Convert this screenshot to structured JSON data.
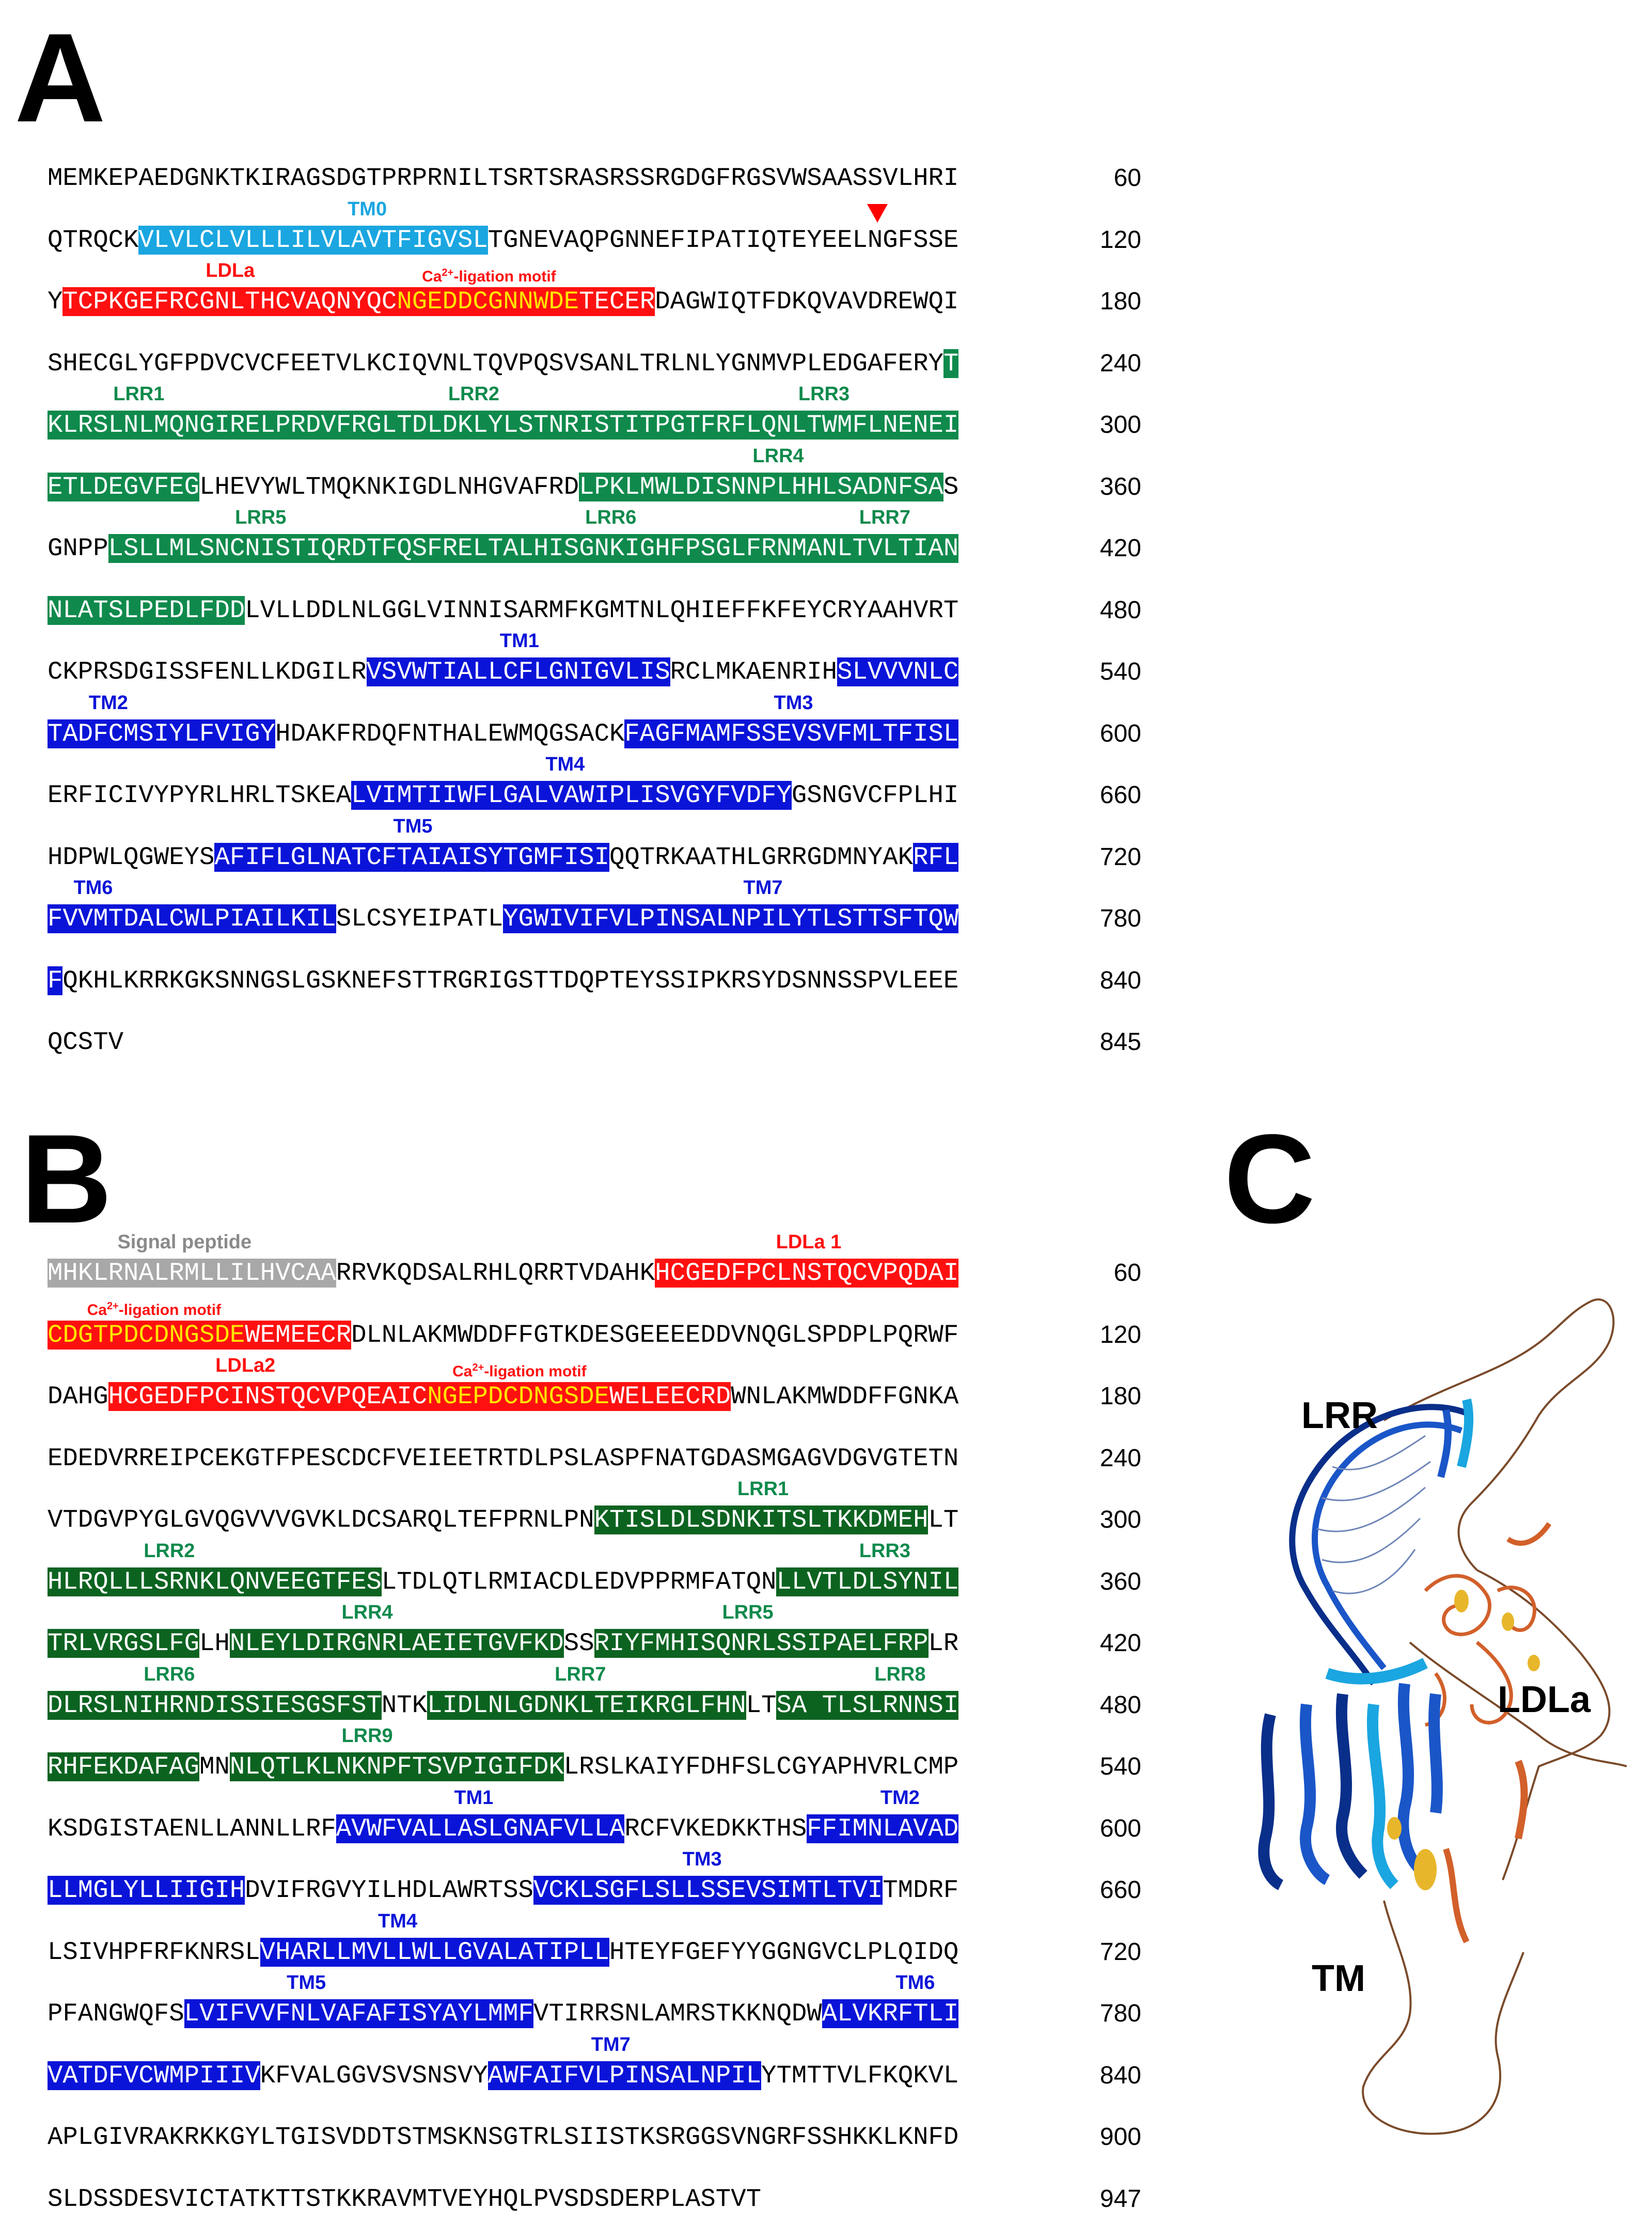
{
  "colors": {
    "tm0": "#1aa6e0",
    "ldl": "#ff1010",
    "lrr_a": "#0f8a4c",
    "lrr_b": "#0c6320",
    "tm": "#0a14d8",
    "signal": "#a8a8a8",
    "motif_text": "#ffe600",
    "label_blue": "#0a14d8",
    "label_cyan": "#1aa6e0",
    "label_red": "#ff1010",
    "label_green": "#0f8a4c",
    "label_gray": "#8a8a8a"
  },
  "panel_a": {
    "label": "A",
    "rows": [
      {
        "num": "60",
        "segs": [
          {
            "t": "MEMKEPAEDGNKTKIRAGSDGTPRPRNILTSRTSRASRSSRGDGFRGSVWSAASSVLHRI"
          }
        ]
      },
      {
        "num": "120",
        "segs": [
          {
            "t": "QTRQCK"
          },
          {
            "t": "VLVLCLVLLLILVLAVTFIGVSL",
            "c": "tm0"
          },
          {
            "t": "TGNEVAQPGNNEFIPATIQTEYEELNGFSSE"
          }
        ]
      },
      {
        "num": "180",
        "segs": [
          {
            "t": "Y"
          },
          {
            "t": "TCPKGEFRCGNLTHCVAQNYQC",
            "c": "ldl"
          },
          {
            "t": "NGEDDCGNNWDE",
            "c": "ldl",
            "m": 1
          },
          {
            "t": "TECER",
            "c": "ldl"
          },
          {
            "t": "DAGWIQTFDKQVAVDREWQI"
          }
        ]
      },
      {
        "num": "240",
        "segs": [
          {
            "t": "SHECGLYGFPDVCVCFEETVLKCIQVNLTQVPQSVSANLTRLNLYGNMVPLEDGAFERY"
          },
          {
            "t": "T",
            "c": "lrr_a"
          }
        ]
      },
      {
        "num": "300",
        "segs": [
          {
            "t": "KLRSLNLMQNGIRELPRDVFRG",
            "c": "lrr_a"
          },
          {
            "t": "LTDLDKLYLSTNRISTITPGTFRFL",
            "c": "lrr_a"
          },
          {
            "t": "QNLTWMFLNENEI",
            "c": "lrr_a"
          }
        ]
      },
      {
        "num": "360",
        "segs": [
          {
            "t": "ETLDEGVFEG",
            "c": "lrr_a"
          },
          {
            "t": "LHEVYWLTMQKNKIGDLNHGVAFRD"
          },
          {
            "t": "LPKLMWLDISNNPLHHLSADNFSA",
            "c": "lrr_a"
          },
          {
            "t": "S"
          }
        ]
      },
      {
        "num": "420",
        "segs": [
          {
            "t": "GNPP"
          },
          {
            "t": "LSLLMLSNCNISTIQRDTFQS",
            "c": "lrr_a"
          },
          {
            "t": "FRELTALHISGNKIGHFPSGLFRN",
            "c": "lrr_a"
          },
          {
            "t": "MANLTVLTIAN",
            "c": "lrr_a"
          }
        ]
      },
      {
        "num": "480",
        "segs": [
          {
            "t": "NLATSLPEDLFDD",
            "c": "lrr_a"
          },
          {
            "t": "LVLLDDLNLGGLVINNISARMFKGMTNLQHIEFFKFEYCRYAAHVRT"
          }
        ]
      },
      {
        "num": "540",
        "segs": [
          {
            "t": "CKPRSDGISSFENLLKDGILR"
          },
          {
            "t": "VSVWTIALLCFLGNIGVLIS",
            "c": "tm"
          },
          {
            "t": "RCLMKAENRIH"
          },
          {
            "t": "SLVVVNLC",
            "c": "tm"
          }
        ]
      },
      {
        "num": "600",
        "segs": [
          {
            "t": "TADFCMSIYLFVIGY",
            "c": "tm"
          },
          {
            "t": "HDAKFRDQFNTHALEWMQGSACK"
          },
          {
            "t": "FAGFMAMFSSEVSVFMLTFISL",
            "c": "tm"
          }
        ]
      },
      {
        "num": "660",
        "segs": [
          {
            "t": "ERFICIVYPYRLHRLTSKEA"
          },
          {
            "t": "LVIMTIIWFLGALVAWIPLISVGYFVDFY",
            "c": "tm"
          },
          {
            "t": "GSNGVCFPLHI"
          }
        ]
      },
      {
        "num": "720",
        "segs": [
          {
            "t": "HDPWLQGWEYS"
          },
          {
            "t": "AFIFLGLNATCFTAIAISYTGMFISI",
            "c": "tm"
          },
          {
            "t": "QQTRKAATHLGRRGDMNYAK"
          },
          {
            "t": "RFL",
            "c": "tm"
          }
        ]
      },
      {
        "num": "780",
        "segs": [
          {
            "t": "FVVMTDALCWLPIAILKIL",
            "c": "tm"
          },
          {
            "t": "SLCSYEIPATL"
          },
          {
            "t": "YGWIVIFVLPINSALNPILYTLSTTSFTQW",
            "c": "tm"
          }
        ]
      },
      {
        "num": "840",
        "segs": [
          {
            "t": "F",
            "c": "tm"
          },
          {
            "t": "QKHLKRRKGKSNNGSLGSKNEFSTTRGRIGSTTDQPTEYSSIPKRSYDSNNSSPVLEEE"
          }
        ]
      },
      {
        "num": "845",
        "segs": [
          {
            "t": "QCSTV"
          }
        ]
      }
    ],
    "labels": [
      {
        "t": "TM0",
        "c": "label_cyan",
        "row": 1,
        "col": 21
      },
      {
        "t": "LDLa",
        "c": "label_red",
        "row": 2,
        "col": 12
      },
      {
        "t": "LRR1",
        "c": "label_green",
        "row": 4,
        "col": 6
      },
      {
        "t": "LRR2",
        "c": "label_green",
        "row": 4,
        "col": 28
      },
      {
        "t": "LRR3",
        "c": "label_green",
        "row": 4,
        "col": 51
      },
      {
        "t": "LRR4",
        "c": "label_green",
        "row": 5,
        "col": 48
      },
      {
        "t": "LRR5",
        "c": "label_green",
        "row": 6,
        "col": 14
      },
      {
        "t": "LRR6",
        "c": "label_green",
        "row": 6,
        "col": 37
      },
      {
        "t": "LRR7",
        "c": "label_green",
        "row": 6,
        "col": 55
      },
      {
        "t": "TM1",
        "c": "label_blue",
        "row": 8,
        "col": 31
      },
      {
        "t": "TM2",
        "c": "label_blue",
        "row": 9,
        "col": 4
      },
      {
        "t": "TM3",
        "c": "label_blue",
        "row": 9,
        "col": 49
      },
      {
        "t": "TM4",
        "c": "label_blue",
        "row": 10,
        "col": 34
      },
      {
        "t": "TM5",
        "c": "label_blue",
        "row": 11,
        "col": 24
      },
      {
        "t": "TM6",
        "c": "label_blue",
        "row": 12,
        "col": 3
      },
      {
        "t": "TM7",
        "c": "label_blue",
        "row": 12,
        "col": 47
      }
    ],
    "motif_label": {
      "prefix": "Ca",
      "sup": "2+",
      "suffix": "-ligation motif",
      "row": 2,
      "col": 29
    }
  },
  "panel_b": {
    "label": "B",
    "rows": [
      {
        "num": "60",
        "segs": [
          {
            "t": "MHKLRNALRMLLILHVCAA",
            "c": "signal"
          },
          {
            "t": "RRVKQDSALRHLQRRTVDAHK"
          },
          {
            "t": "HCGEDFPCLNSTQCVPQDAI",
            "c": "ldl"
          }
        ]
      },
      {
        "num": "120",
        "segs": [
          {
            "t": "CDGTPDCDNGSDE",
            "c": "ldl",
            "m": 1
          },
          {
            "t": "WEMEECR",
            "c": "ldl"
          },
          {
            "t": "DLNLAKMWDDFFGTKDESGEEEEDDVNQGLSPDPLPQRWF"
          }
        ]
      },
      {
        "num": "180",
        "segs": [
          {
            "t": "DAHG"
          },
          {
            "t": "HCGEDFPCINSTQCVPQEAIC",
            "c": "ldl"
          },
          {
            "t": "NGEPDCDNGSDE",
            "c": "ldl",
            "m": 1
          },
          {
            "t": "WELEECRD",
            "c": "ldl"
          },
          {
            "t": "WNLAKMWDDFFGNKA"
          }
        ]
      },
      {
        "num": "240",
        "segs": [
          {
            "t": "EDEDVRREIPCEKGTFPESCDCFVEIEETRTDLPSLASPFNATGDASMGAGVDGVGTETN"
          }
        ]
      },
      {
        "num": "300",
        "segs": [
          {
            "t": "VTDGVPYGLGVQGVVVGVKLDCSARQLTEFPRNLPN"
          },
          {
            "t": "KTISLDLSDNKITSLTKKDMEH",
            "c": "lrr_b"
          },
          {
            "t": "LT"
          }
        ]
      },
      {
        "num": "360",
        "segs": [
          {
            "t": "HLRQLLLSRNKLQNVEEGTFES",
            "c": "lrr_b"
          },
          {
            "t": "LTDLQTLRMIACDLEDVPPRMFATQN"
          },
          {
            "t": "LLVTLDLSYNIL",
            "c": "lrr_b"
          }
        ]
      },
      {
        "num": "420",
        "segs": [
          {
            "t": "TRLVRGSLFG",
            "c": "lrr_b"
          },
          {
            "t": "LH"
          },
          {
            "t": "NLEYLDIRGNRLAEIETGVFKD",
            "c": "lrr_b"
          },
          {
            "t": "SS"
          },
          {
            "t": "RIYFMHISQNRLSSIPAELFRP",
            "c": "lrr_b"
          },
          {
            "t": "LR"
          }
        ]
      },
      {
        "num": "480",
        "segs": [
          {
            "t": "DLRSLNIHRNDISSIESGSFST",
            "c": "lrr_b"
          },
          {
            "t": "NTK"
          },
          {
            "t": "LIDLNLGDNKLTEIKRGLFHN",
            "c": "lrr_b"
          },
          {
            "t": "LT"
          },
          {
            "t": "SA TLSLRNNSI",
            "c": "lrr_b"
          }
        ]
      },
      {
        "num": "540",
        "segs": [
          {
            "t": "RHFEKDAFAG",
            "c": "lrr_b"
          },
          {
            "t": "MN"
          },
          {
            "t": "NLQTLKLNKNPFTSVPIGIFDK",
            "c": "lrr_b"
          },
          {
            "t": "LRSLKAIYFDHFSLCGYAPHVRLCMP"
          }
        ]
      },
      {
        "num": "600",
        "segs": [
          {
            "t": "KSDGISTAENLLANNLLRF"
          },
          {
            "t": "AVWFVALLASLGNAFVLLA",
            "c": "tm"
          },
          {
            "t": "RCFVKEDKKTHS"
          },
          {
            "t": "FFIMNLAVAD",
            "c": "tm"
          }
        ]
      },
      {
        "num": "660",
        "segs": [
          {
            "t": "LLMGLYLLIIGIH",
            "c": "tm"
          },
          {
            "t": "DVIFRGVYILHDLAWRTSS"
          },
          {
            "t": "VCKLSGFLSLLSSEVSIMTLTVI",
            "c": "tm"
          },
          {
            "t": "TMDRF"
          }
        ]
      },
      {
        "num": "720",
        "segs": [
          {
            "t": "LSIVHPFRFKNRSL"
          },
          {
            "t": "VHARLLMVLLWLLGVALATIPLL",
            "c": "tm"
          },
          {
            "t": "HTEYFGEFYYGGNGVCLPLQIDQ"
          }
        ]
      },
      {
        "num": "780",
        "segs": [
          {
            "t": "PFANGWQFS"
          },
          {
            "t": "LVIFVVFNLVAFAFISYAYLMMF",
            "c": "tm"
          },
          {
            "t": "VTIRRSNLAMRSTKKNQDW"
          },
          {
            "t": "ALVKRFTLI",
            "c": "tm"
          }
        ]
      },
      {
        "num": "840",
        "segs": [
          {
            "t": "VATDFVCWMPIIIV",
            "c": "tm"
          },
          {
            "t": "KFVALGGVSVSNSVY"
          },
          {
            "t": "AWFAIFVLPINSALNPIL",
            "c": "tm"
          },
          {
            "t": "YTMTTVLFKQKVL"
          }
        ]
      },
      {
        "num": "900",
        "segs": [
          {
            "t": "APLGIVRAKRKKGYLTGISVDDTSTMSKNSGTRLSIISTKSRGGSVNGRFSSHKKLKNFD"
          }
        ]
      },
      {
        "num": "947",
        "segs": [
          {
            "t": "SLDSSDESVICTATKTTSTKKRAVMTVEYHQLPVSDSDERPLASTVT"
          }
        ]
      }
    ],
    "labels": [
      {
        "t": "Signal peptide",
        "c": "label_gray",
        "row": 0,
        "col": 9,
        "small": 0
      },
      {
        "t": "LDLa 1",
        "c": "label_red",
        "row": 0,
        "col": 50
      },
      {
        "t": "LDLa2",
        "c": "label_red",
        "row": 2,
        "col": 13
      },
      {
        "t": "LRR1",
        "c": "label_green",
        "row": 4,
        "col": 47
      },
      {
        "t": "LRR2",
        "c": "label_green",
        "row": 5,
        "col": 8
      },
      {
        "t": "LRR3",
        "c": "label_green",
        "row": 5,
        "col": 55
      },
      {
        "t": "LRR4",
        "c": "label_green",
        "row": 6,
        "col": 21
      },
      {
        "t": "LRR5",
        "c": "label_green",
        "row": 6,
        "col": 46
      },
      {
        "t": "LRR6",
        "c": "label_green",
        "row": 7,
        "col": 8
      },
      {
        "t": "LRR7",
        "c": "label_green",
        "row": 7,
        "col": 35
      },
      {
        "t": "LRR8",
        "c": "label_green",
        "row": 7,
        "col": 56
      },
      {
        "t": "LRR9",
        "c": "label_green",
        "row": 8,
        "col": 21
      },
      {
        "t": "TM1",
        "c": "label_blue",
        "row": 9,
        "col": 28
      },
      {
        "t": "TM2",
        "c": "label_blue",
        "row": 9,
        "col": 56
      },
      {
        "t": "TM3",
        "c": "label_blue",
        "row": 10,
        "col": 43
      },
      {
        "t": "TM4",
        "c": "label_blue",
        "row": 11,
        "col": 23
      },
      {
        "t": "TM5",
        "c": "label_blue",
        "row": 12,
        "col": 17
      },
      {
        "t": "TM6",
        "c": "label_blue",
        "row": 12,
        "col": 57
      },
      {
        "t": "TM7",
        "c": "label_blue",
        "row": 13,
        "col": 37
      }
    ],
    "motif_labels": [
      {
        "prefix": "Ca",
        "sup": "2+",
        "suffix": "-ligation motif",
        "row": 1,
        "col": 7
      },
      {
        "prefix": "Ca",
        "sup": "2+",
        "suffix": "-ligation motif",
        "row": 2,
        "col": 31
      }
    ]
  },
  "panel_c": {
    "label": "C",
    "annotations": {
      "lrr": "LRR",
      "ldla": "LDLa",
      "tm": "TM"
    }
  }
}
